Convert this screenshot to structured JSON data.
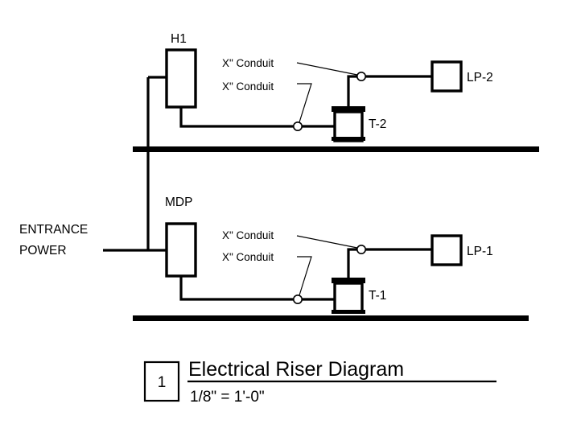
{
  "drawing": {
    "type": "electrical-riser-diagram",
    "background_color": "#ffffff",
    "line_color": "#000000"
  },
  "title_block": {
    "detail_number": "1",
    "title": "Electrical Riser Diagram",
    "scale": "1/8\" = 1'-0\""
  },
  "labels": {
    "h1": "H1",
    "mdp": "MDP",
    "lp2": "LP-2",
    "lp1": "LP-1",
    "t2": "T-2",
    "t1": "T-1",
    "entrance_power_line1": "ENTRANCE",
    "entrance_power_line2": "POWER",
    "conduit_upper_1": "X\" Conduit",
    "conduit_upper_2": "X\" Conduit",
    "conduit_lower_1": "X\" Conduit",
    "conduit_lower_2": "X\" Conduit"
  },
  "equipment": [
    {
      "id": "h1",
      "tag": "H1",
      "kind": "panelboard",
      "level": "upper"
    },
    {
      "id": "t2",
      "tag": "T-2",
      "kind": "transformer",
      "level": "upper"
    },
    {
      "id": "lp2",
      "tag": "LP-2",
      "kind": "panelboard",
      "level": "upper"
    },
    {
      "id": "mdp",
      "tag": "MDP",
      "kind": "panelboard",
      "level": "lower"
    },
    {
      "id": "t1",
      "tag": "T-1",
      "kind": "transformer",
      "level": "lower"
    },
    {
      "id": "lp1",
      "tag": "LP-1",
      "kind": "panelboard",
      "level": "lower"
    }
  ],
  "floors": [
    {
      "id": "upper-slab",
      "level": "upper"
    },
    {
      "id": "lower-slab",
      "level": "lower"
    }
  ]
}
